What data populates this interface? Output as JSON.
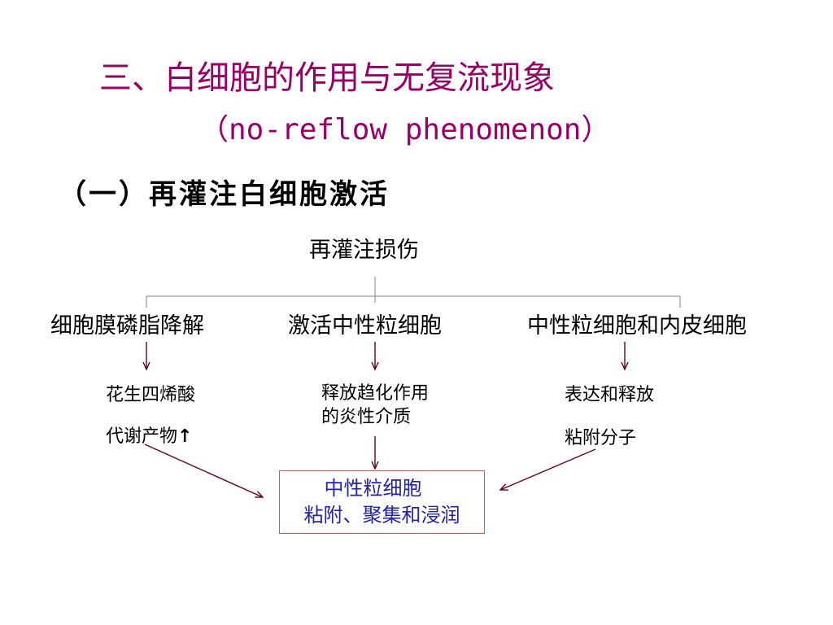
{
  "slide": {
    "title": "三、白细胞的作用与无复流现象",
    "subtitle": "（no-reflow phenomenon）",
    "section_heading": "（一）再灌注白细胞激活"
  },
  "diagram": {
    "root": "再灌注损伤",
    "branches": [
      {
        "label": "细胞膜磷脂降解",
        "effect_lines": [
          "花生四烯酸",
          "代谢产物"
        ],
        "effect_symbol": "↑"
      },
      {
        "label": "激活中性粒细胞",
        "effect_lines": [
          "释放趋化作用",
          "的炎性介质"
        ]
      },
      {
        "label": "中性粒细胞和内皮细胞",
        "effect_lines": [
          "表达和释放",
          "粘附分子"
        ]
      }
    ],
    "outcome": {
      "line1": "中性粒细胞",
      "line2": "粘附、聚集和浸润"
    }
  },
  "colors": {
    "title": "#990066",
    "outcome_text": "#2222aa",
    "outcome_border": "#e05050",
    "arrows": "#660022"
  }
}
